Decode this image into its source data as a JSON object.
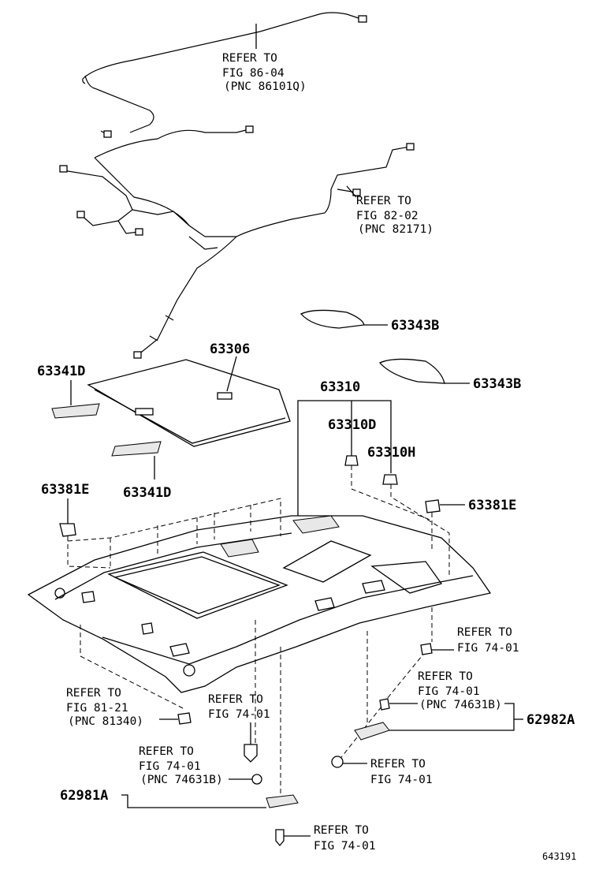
{
  "labels": {
    "ref_86_04": [
      "REFER TO",
      "FIG 86-04",
      "(PNC 86101Q)"
    ],
    "ref_82_02": [
      "REFER TO",
      "FIG 82-02",
      "(PNC 82171)"
    ],
    "ref_81_21": [
      "REFER TO",
      "FIG 81-21",
      "(PNC 81340)"
    ],
    "ref_74_01_a": [
      "REFER TO",
      "FIG 74-01"
    ],
    "ref_74_01_b": [
      "REFER TO",
      "FIG 74-01",
      "(PNC 74631B)"
    ],
    "ref_74_01_c": [
      "REFER TO",
      "FIG 74-01"
    ],
    "ref_74_01_d": [
      "REFER TO",
      "FIG 74-01"
    ],
    "ref_74_01_e": [
      "REFER TO",
      "FIG 74-01",
      "(PNC 74631B)"
    ],
    "ref_74_01_f": [
      "REFER TO",
      "FIG 74-01"
    ]
  },
  "parts": {
    "p63343b_upper": "63343B",
    "p63343b_lower": "63343B",
    "p63306": "63306",
    "p63341d_left": "63341D",
    "p63341d_lower": "63341D",
    "p63310": "63310",
    "p63310d": "63310D",
    "p63310h": "63310H",
    "p63381e_left": "63381E",
    "p63381e_right": "63381E",
    "p62982a": "62982A",
    "p62981a": "62981A"
  },
  "figure_id": "643191"
}
